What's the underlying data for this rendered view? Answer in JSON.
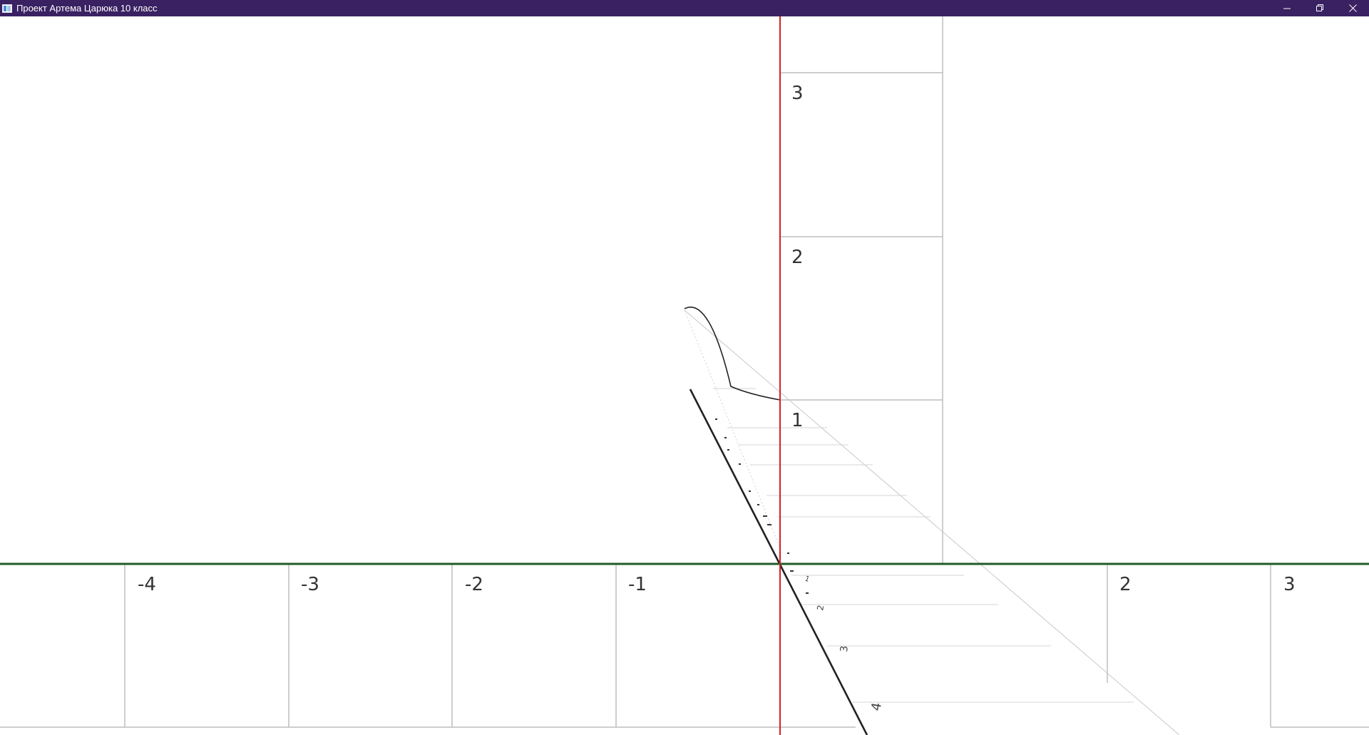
{
  "window": {
    "title": "Проект Артема Царюка 10 класс",
    "minimize_icon": "minimize-icon",
    "maximize_icon": "restore-icon",
    "close_icon": "close-icon"
  },
  "axes": {
    "x_axis_color": "#1f5c2a",
    "y_axis_color": "#d62020",
    "x_tick_labels": [
      "-4",
      "-3",
      "-2",
      "-1",
      "2",
      "3"
    ],
    "y_tick_labels": [
      "3",
      "2",
      "1"
    ]
  },
  "perspective_labels": [
    "1",
    "2",
    "3",
    "4"
  ]
}
